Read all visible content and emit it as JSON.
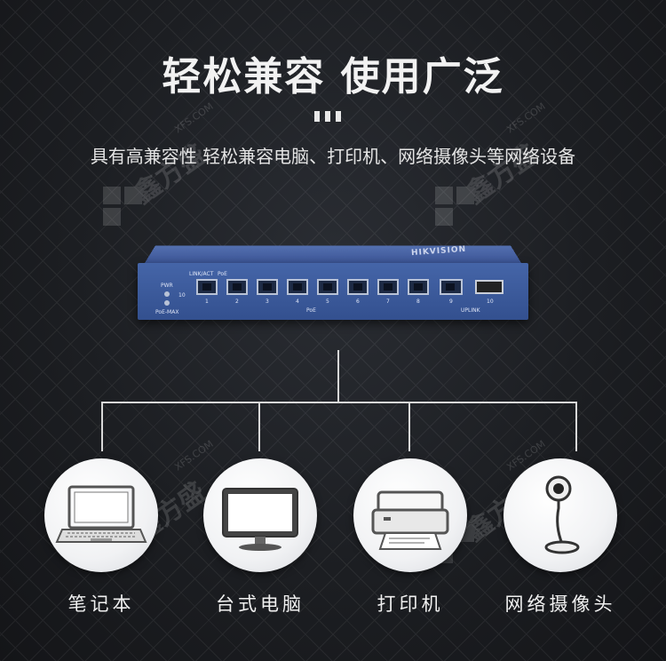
{
  "title": "轻松兼容 使用广泛",
  "subtitle": "具有高兼容性 轻松兼容电脑、打印机、网络摄像头等网络设备",
  "watermark": {
    "text": "鑫方盛",
    "domain": "XFS.COM"
  },
  "switch": {
    "brand": "HIKVISION",
    "labels": {
      "pwr": "PWR",
      "poe_max": "PoE-MAX",
      "ten": "10",
      "link_act": "LINK/ACT",
      "poe_header": "PoE",
      "poe_footer": "PoE",
      "uplink": "UPLINK"
    },
    "port_numbers": [
      "1",
      "2",
      "3",
      "4",
      "5",
      "6",
      "7",
      "8",
      "9",
      "10"
    ]
  },
  "devices": [
    {
      "label": "笔记本",
      "icon": "laptop-icon"
    },
    {
      "label": "台式电脑",
      "icon": "monitor-icon"
    },
    {
      "label": "打印机",
      "icon": "printer-icon"
    },
    {
      "label": "网络摄像头",
      "icon": "webcam-icon"
    }
  ]
}
